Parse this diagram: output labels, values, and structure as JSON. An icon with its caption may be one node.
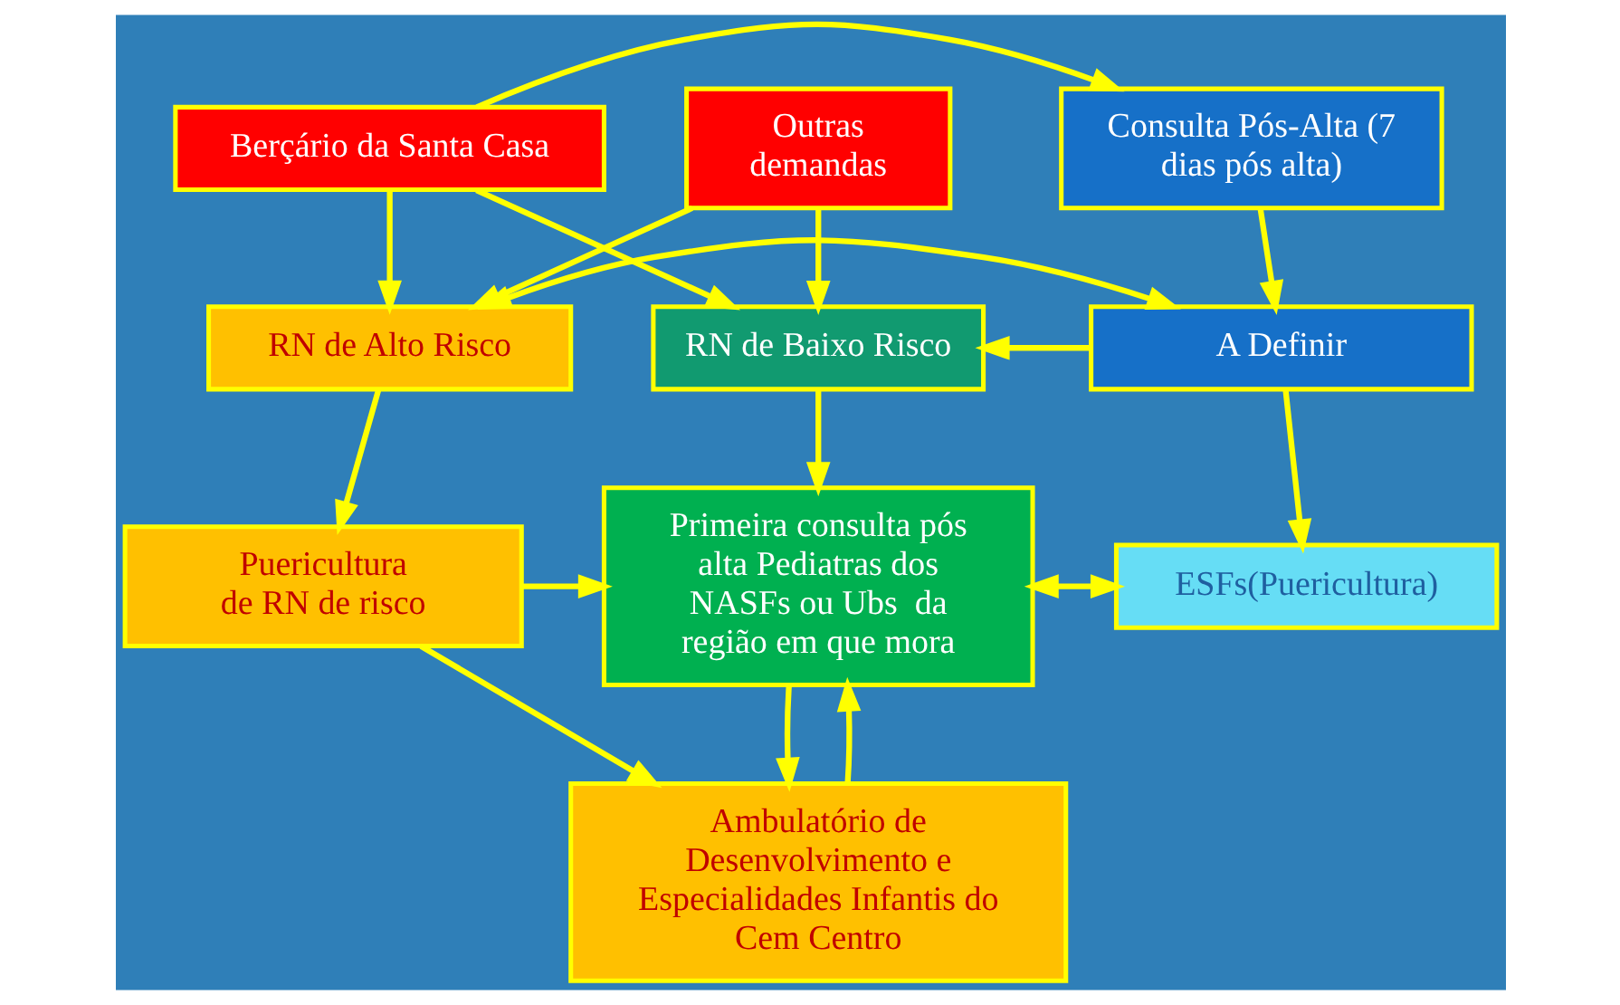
{
  "diagram": {
    "nodes": [
      {
        "text": [
          "Outras demandas"
        ]
      },
      {
        "text": [
          "Berçário da Santa Casa"
        ]
      },
      {
        "text": [
          "Consulta Pós-Alta (7 dias pós alta)"
        ]
      },
      {
        "text": [
          "RN de Alto Risco"
        ]
      },
      {
        "text": [
          "RN de Baixo Risco"
        ]
      },
      {
        "text": [
          "A Definir"
        ]
      },
      {
        "text": [
          "Puericultura de RN de risco"
        ]
      },
      {
        "text": [
          "Primeira consulta pós alta Pediatras dos NASFs ou Ubs  da região em que mora"
        ]
      },
      {
        "text": [
          "ESFs(Puericultura)"
        ]
      },
      {
        "text": [
          "Ambulatório de Desenvolvimento e Especialidades Infantis do Cem Centro"
        ]
      }
    ],
    "edges": [
      {
        "from": 0,
        "to": 3,
        "arrow": "to"
      },
      {
        "from": 0,
        "to": 4,
        "arrow": "to"
      },
      {
        "from": 1,
        "to": 3,
        "arrow": "to"
      },
      {
        "from": 1,
        "to": 4,
        "arrow": "to"
      },
      {
        "from": 1,
        "to": 2,
        "arrow": "to"
      },
      {
        "from": 2,
        "to": 5,
        "arrow": "to"
      },
      {
        "from": 5,
        "to": 4,
        "arrow": "to"
      },
      {
        "from": 5,
        "to": 3,
        "arrow": "both"
      },
      {
        "from": 5,
        "to": 8,
        "arrow": "to"
      },
      {
        "from": 4,
        "to": 7,
        "arrow": "to"
      },
      {
        "from": 3,
        "to": 6,
        "arrow": "to"
      },
      {
        "from": 6,
        "to": 7,
        "arrow": "to"
      },
      {
        "from": 6,
        "to": 9,
        "arrow": "to"
      },
      {
        "from": 7,
        "to": 8,
        "arrow": "both"
      },
      {
        "from": 9,
        "to": 7,
        "arrow": "to"
      },
      {
        "from": 7,
        "to": 9,
        "arrow": "to"
      }
    ]
  }
}
